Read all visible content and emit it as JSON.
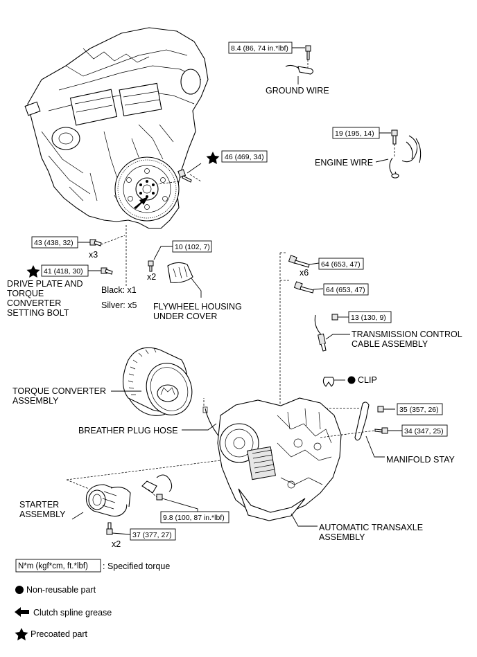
{
  "torques": {
    "ground": "8.4 (86, 74 in.*lbf)",
    "engine_wire": "19 (195, 14)",
    "bolt46": "46 (469, 34)",
    "bolt43": "43 (438, 32)",
    "bolt41": "41 (418, 30)",
    "cover10": "10 (102, 7)",
    "bolt64a": "64 (653, 47)",
    "bolt64b": "64 (653, 47)",
    "cable13": "13 (130, 9)",
    "stay35": "35 (357, 26)",
    "stay34": "34 (347, 25)",
    "nut98": "9.8 (100, 87 in.*lbf)",
    "starter37": "37 (377, 27)"
  },
  "labels": {
    "ground_wire": "GROUND WIRE",
    "engine_wire": "ENGINE WIRE",
    "drive_plate": [
      "DRIVE PLATE AND",
      "TORQUE",
      "CONVERTER",
      "SETTING BOLT"
    ],
    "black": "Black: x1",
    "silver": "Silver: x5",
    "flywheel": [
      "FLYWHEEL HOUSING",
      "UNDER COVER"
    ],
    "trans_cable": [
      "TRANSMISSION CONTROL",
      "CABLE ASSEMBLY"
    ],
    "clip": "CLIP",
    "torque_converter": [
      "TORQUE CONVERTER",
      "ASSEMBLY"
    ],
    "breather": "BREATHER PLUG HOSE",
    "manifold_stay": "MANIFOLD STAY",
    "starter": [
      "STARTER",
      "ASSEMBLY"
    ],
    "transaxle": [
      "AUTOMATIC TRANSAXLE",
      "ASSEMBLY"
    ]
  },
  "quantities": {
    "q43": "x3",
    "q10": "x2",
    "q64": "x6",
    "q37": "x2"
  },
  "legend": {
    "unit_box": "N*m (kgf*cm, ft.*lbf)",
    "unit_text": ": Specified torque",
    "non_reusable": "Non-reusable part",
    "grease": "Clutch spline grease",
    "precoated": "Precoated part"
  },
  "icons": {
    "precoated": "star-icon",
    "non_reusable": "filled-circle-icon",
    "grease": "left-arrow-icon"
  }
}
